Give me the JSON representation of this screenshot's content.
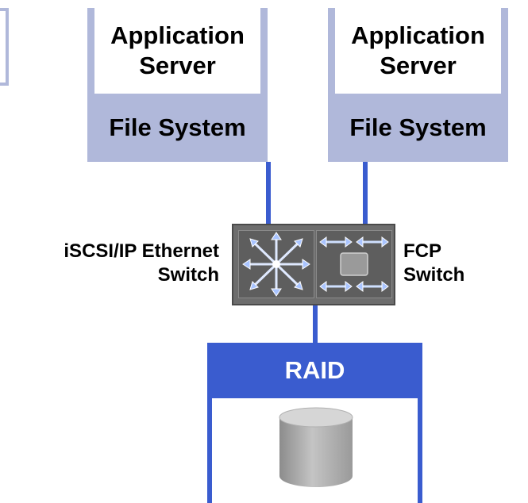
{
  "servers": [
    {
      "app_label": "Application Server",
      "fs_label": "File System"
    },
    {
      "app_label": "Application Server",
      "fs_label": "File System"
    }
  ],
  "switch": {
    "left_label": "iSCSI/IP Ethernet Switch",
    "right_label": "FCP Switch"
  },
  "storage": {
    "label": "RAID"
  },
  "colors": {
    "server_fill": "#b0b8da",
    "connector": "#3a5ccf",
    "raid_header": "#3a5ccf",
    "switch_body": "#6d6d6d"
  },
  "icons": [
    "network-switch-icon",
    "fibre-channel-switch-icon",
    "disk-cylinder-icon"
  ]
}
